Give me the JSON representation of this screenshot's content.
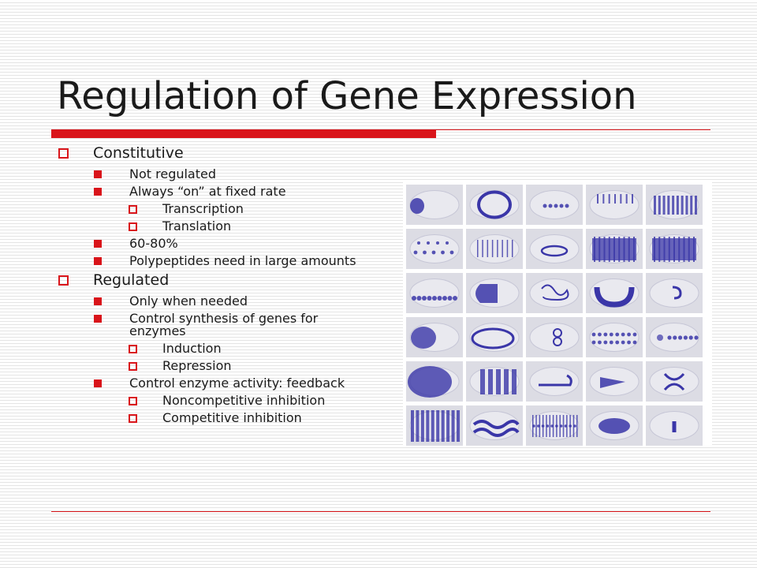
{
  "slide": {
    "title": "Regulation of Gene Expression",
    "accent_color": "#d9141a",
    "bullets": [
      {
        "level": 1,
        "text": "Constitutive"
      },
      {
        "level": 2,
        "text": "Not regulated"
      },
      {
        "level": 2,
        "text": "Always “on” at fixed rate"
      },
      {
        "level": 3,
        "text": "Transcription"
      },
      {
        "level": 3,
        "text": "Translation"
      },
      {
        "level": 2,
        "text": "60-80%"
      },
      {
        "level": 2,
        "text": "Polypeptides need in large amounts"
      },
      {
        "level": 1,
        "text": "Regulated"
      },
      {
        "level": 2,
        "text": "Only when needed"
      },
      {
        "level": 2,
        "text": "Control synthesis of genes for enzymes"
      },
      {
        "level": 3,
        "text": "Induction"
      },
      {
        "level": 3,
        "text": "Repression"
      },
      {
        "level": 2,
        "text": "Control enzyme activity: feedback"
      },
      {
        "level": 3,
        "text": "Noncompetitive inhibition"
      },
      {
        "level": 3,
        "text": "Competitive inhibition"
      }
    ]
  },
  "image": {
    "subject": "embryo-gene-expression-grid",
    "stain_color": "#3a36a8",
    "cells": [
      "anterior-patch",
      "ring",
      "dotted-row",
      "stripes-top",
      "dense-bands",
      "scattered-spots",
      "vertical-dots",
      "central-loop",
      "band-block",
      "band-block",
      "ventral-arcs",
      "cup-anterior",
      "squiggle",
      "u-shape",
      "small-curl",
      "anterior-cap",
      "ring-edge",
      "figure-eight",
      "segmented-dots",
      "posterior-dots",
      "dark-posterior",
      "thick-stripes",
      "hook",
      "arrow",
      "wing-pattern",
      "comb-stripes",
      "wavy-bands",
      "dense-mesh",
      "dark-blob",
      "small-tick"
    ]
  }
}
